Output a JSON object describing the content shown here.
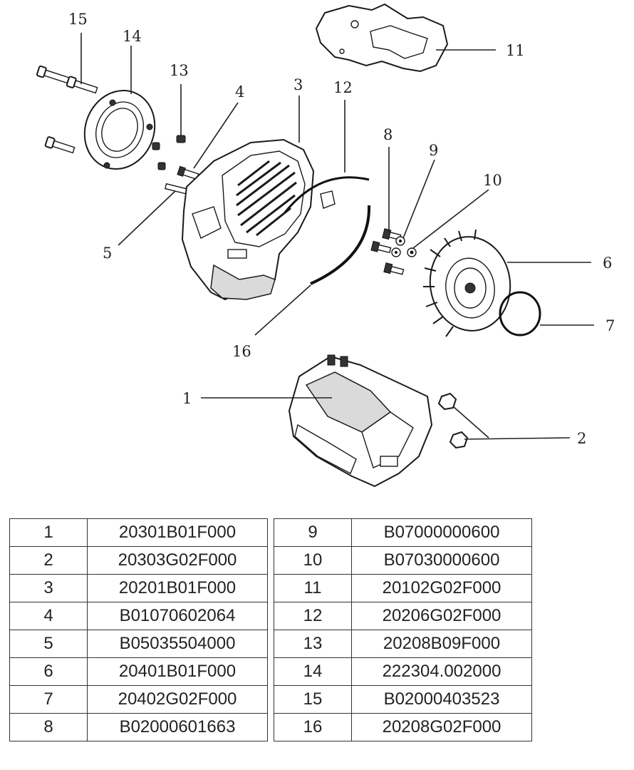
{
  "callouts": [
    "1",
    "2",
    "3",
    "4",
    "5",
    "6",
    "7",
    "8",
    "9",
    "10",
    "11",
    "12",
    "13",
    "14",
    "15",
    "16"
  ],
  "parts_left": [
    {
      "num": "1",
      "code": "20301B01F000"
    },
    {
      "num": "2",
      "code": "20303G02F000"
    },
    {
      "num": "3",
      "code": "20201B01F000"
    },
    {
      "num": "4",
      "code": "B01070602064"
    },
    {
      "num": "5",
      "code": "B05035504000"
    },
    {
      "num": "6",
      "code": "20401B01F000"
    },
    {
      "num": "7",
      "code": "20402G02F000"
    },
    {
      "num": "8",
      "code": "B02000601663"
    }
  ],
  "parts_right": [
    {
      "num": "9",
      "code": "B07000000600"
    },
    {
      "num": "10",
      "code": "B07030000600"
    },
    {
      "num": "11",
      "code": "20102G02F000"
    },
    {
      "num": "12",
      "code": "20206G02F000"
    },
    {
      "num": "13",
      "code": "20208B09F000"
    },
    {
      "num": "14",
      "code": "222304.002000"
    },
    {
      "num": "15",
      "code": "B02000403523"
    },
    {
      "num": "16",
      "code": "20208G02F000"
    }
  ]
}
